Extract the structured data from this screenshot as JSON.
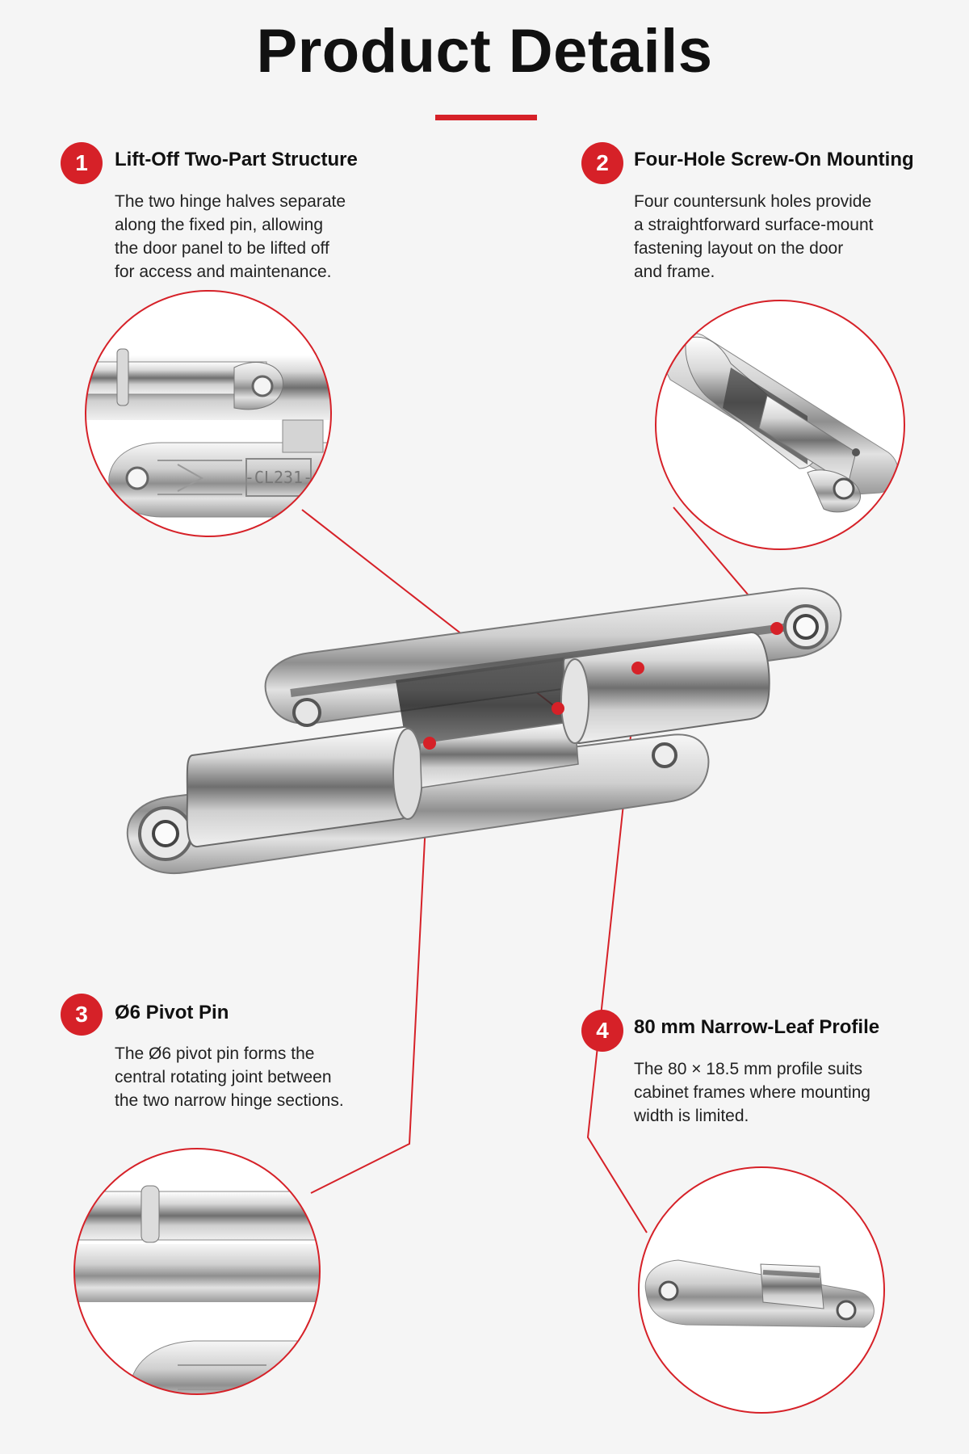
{
  "title": "Product Details",
  "colors": {
    "accent": "#d62128",
    "background": "#f5f5f5"
  },
  "features": [
    {
      "number": "1",
      "title": "Lift-Off Two-Part Structure",
      "lines": [
        "The two hinge halves separate",
        "along the fixed pin, allowing",
        "the door panel to be lifted off",
        "for access and maintenance."
      ]
    },
    {
      "number": "2",
      "title": "Four-Hole Screw-On Mounting",
      "lines": [
        "Four countersunk holes provide",
        "a straightforward surface-mount",
        "fastening layout on the door",
        "and frame."
      ]
    },
    {
      "number": "3",
      "title": "Ø6 Pivot Pin",
      "lines": [
        "The Ø6 pivot pin forms the",
        "central rotating joint between",
        "the two narrow hinge sections."
      ]
    },
    {
      "number": "4",
      "title": "80 mm Narrow-Leaf Profile",
      "lines": [
        "The 80 × 18.5 mm profile suits",
        "cabinet frames where mounting",
        "width is limited."
      ]
    }
  ],
  "detail_views": [
    {
      "icon": "hinge-pin-closeup-icon",
      "marking": "-CL231-"
    },
    {
      "icon": "hinge-knuckle-closeup-icon"
    },
    {
      "icon": "hinge-leaf-end-closeup-icon"
    },
    {
      "icon": "single-leaf-knuckle-icon"
    }
  ],
  "main_image": {
    "icon": "stainless-steel-lift-off-hinge-icon"
  }
}
